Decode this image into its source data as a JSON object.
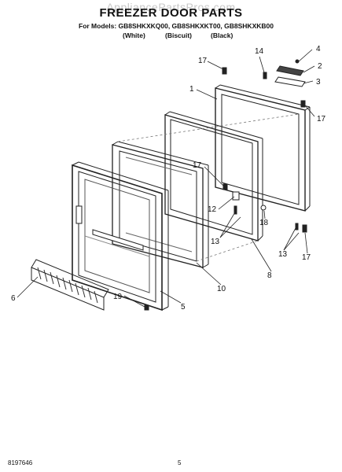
{
  "watermark": "AppliancePartsPros.com",
  "title": "FREEZER DOOR PARTS",
  "models_line": "For Models: GB8SHKXKQ00, GB8SHKXKT00, GB8SHKXKB00",
  "variants": [
    "(White)",
    "(Biscuit)",
    "(Black)"
  ],
  "callouts": {
    "c17a": "17",
    "c14": "14",
    "c4": "4",
    "c2": "2",
    "c3": "3",
    "c1": "1",
    "c17b": "17",
    "c17c": "17",
    "c12": "12",
    "c18": "18",
    "c13a": "13",
    "c13b": "13",
    "c17d": "17",
    "c8": "8",
    "c10": "10",
    "c6": "6",
    "c19": "19",
    "c5": "5"
  },
  "footer": {
    "doc_number": "8197646",
    "page": "5"
  }
}
